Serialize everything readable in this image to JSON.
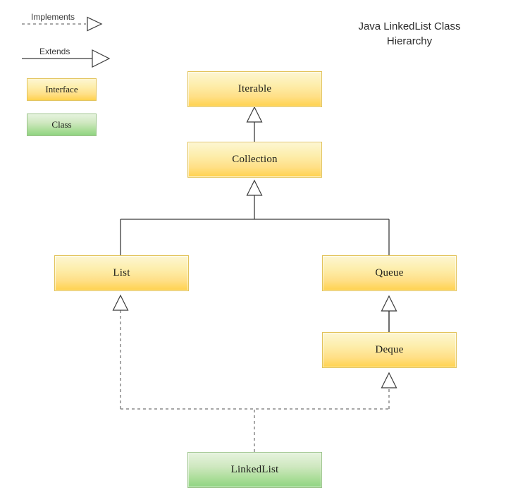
{
  "title": {
    "line1": "Java LinkedList Class",
    "line2": "Hierarchy"
  },
  "legend": {
    "implements_label": "Implements",
    "extends_label": "Extends",
    "interface_label": "Interface",
    "class_label": "Class"
  },
  "colors": {
    "interface_fill_top": "#fdf6d2",
    "interface_fill_bottom": "#ffd24d",
    "interface_border": "#e2c35a",
    "class_fill_top": "#e6f3de",
    "class_fill_bottom": "#8fd481",
    "class_border": "#9cc48b",
    "edge": "#3b3b3b",
    "background": "#ffffff"
  },
  "nodes": [
    {
      "id": "iterable",
      "label": "Iterable",
      "kind": "interface"
    },
    {
      "id": "collection",
      "label": "Collection",
      "kind": "interface"
    },
    {
      "id": "list",
      "label": "List",
      "kind": "interface"
    },
    {
      "id": "queue",
      "label": "Queue",
      "kind": "interface"
    },
    {
      "id": "deque",
      "label": "Deque",
      "kind": "interface"
    },
    {
      "id": "linkedlist",
      "label": "LinkedList",
      "kind": "class"
    }
  ],
  "edges": [
    {
      "from": "collection",
      "to": "iterable",
      "relation": "Extends"
    },
    {
      "from": "list",
      "to": "collection",
      "relation": "Extends"
    },
    {
      "from": "queue",
      "to": "collection",
      "relation": "Extends"
    },
    {
      "from": "deque",
      "to": "queue",
      "relation": "Extends"
    },
    {
      "from": "linkedlist",
      "to": "list",
      "relation": "Implements"
    },
    {
      "from": "linkedlist",
      "to": "deque",
      "relation": "Implements"
    }
  ]
}
